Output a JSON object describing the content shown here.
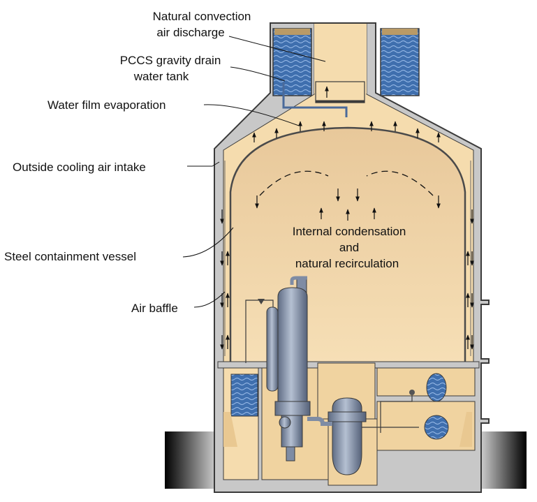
{
  "labels": {
    "natural_convection_1": "Natural convection",
    "natural_convection_2": "air discharge",
    "pccs_1": "PCCS gravity drain",
    "pccs_2": "water tank",
    "water_film": "Water film evaporation",
    "outside_air": "Outside cooling air intake",
    "steel_vessel": "Steel containment vessel",
    "air_baffle": "Air baffle",
    "internal_1": "Internal condensation",
    "internal_2": "and",
    "internal_3": "natural recirculation"
  },
  "colors": {
    "concrete": "#c8c8c8",
    "outline": "#3a3a3a",
    "air_space": "#f5dcae",
    "vessel_interior": "#f0d3a0",
    "water": "#3f6fae",
    "equipment": "#8a97ae",
    "ground": "#2b2b2b"
  }
}
